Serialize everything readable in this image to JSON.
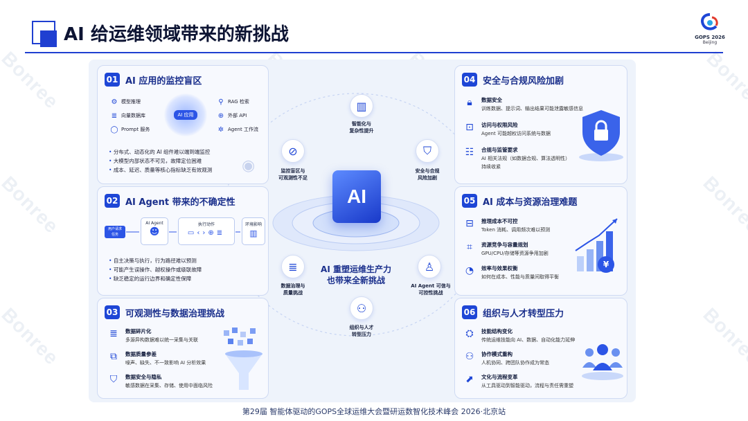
{
  "slide": {
    "title": "AI 给运维领域带来的新挑战",
    "footer": "第29届 智能体驱动的GOPS全球运维大会暨研运数智化技术峰会 2026·北京站",
    "watermark": "Bonree",
    "brand": {
      "name": "GOPS 2026",
      "city": "Beijing"
    }
  },
  "center": {
    "cube_label": "AI",
    "headline_1": "AI 重塑运维生产力",
    "headline_2": "也带来全新挑战",
    "ring": [
      {
        "label_1": "智能化与",
        "label_2": "复杂性提升",
        "icon": "bar-chart-icon"
      },
      {
        "label_1": "安全与合规",
        "label_2": "风险加剧",
        "icon": "shield-icon"
      },
      {
        "label_1": "AI Agent 可信与",
        "label_2": "可控性挑战",
        "icon": "person-icon"
      },
      {
        "label_1": "组织与人才",
        "label_2": "转型压力",
        "icon": "team-icon"
      },
      {
        "label_1": "数据治理与",
        "label_2": "质量挑战",
        "icon": "database-icon"
      },
      {
        "label_1": "监控盲区与",
        "label_2": "可观测性不足",
        "icon": "eye-off-icon"
      }
    ]
  },
  "cards": {
    "c1": {
      "num": "01",
      "title": "AI 应用的监控盲区",
      "hub": "AI 应用",
      "left": [
        "模型推理",
        "向量数据库",
        "Prompt 服务"
      ],
      "right": [
        "RAG 检索",
        "外部 API",
        "Agent 工作流"
      ],
      "bullets": [
        "分布式、动态化的 AI 组件难以端到端监控",
        "大模型内部状态不可见，故障定位困难",
        "成本、延迟、质量等核心指标缺乏有效观测"
      ]
    },
    "c2": {
      "num": "02",
      "title": "AI Agent 带来的不确定性",
      "flow": {
        "user_1": "用户请求",
        "user_2": "任务",
        "agent": "AI Agent",
        "exec": "执行动作",
        "env": "环境影响"
      },
      "bullets": [
        "自主决策与执行，行为路径难以预测",
        "可能产生误操作、越权操作或级联故障",
        "缺乏稳定的运行边界和确定性保障"
      ]
    },
    "c3": {
      "num": "03",
      "title": "可观测性与数据治理挑战",
      "items": [
        {
          "t": "数据碎片化",
          "d": "多源异构数据难以统一采集与关联"
        },
        {
          "t": "数据质量参差",
          "d": "噪声、缺失、不一致影响 AI 分析效果"
        },
        {
          "t": "数据安全与隐私",
          "d": "敏感数据在采集、存储、使用中面临风险"
        }
      ]
    },
    "c4": {
      "num": "04",
      "title": "安全与合规风险加剧",
      "items": [
        {
          "t": "数据安全",
          "d": "训练数据、提示词、输出结果可能泄露敏感信息"
        },
        {
          "t": "访问与权限风险",
          "d": "Agent 可能越权访问系统与数据"
        },
        {
          "t": "合规与监管要求",
          "d": "AI 相关法规（如数据合规、算法透明性）",
          "d2": "持续收紧"
        }
      ]
    },
    "c5": {
      "num": "05",
      "title": "AI 成本与资源治理难题",
      "coin": "¥",
      "items": [
        {
          "t": "推理成本不可控",
          "d": "Token 消耗、调用频次难以预测"
        },
        {
          "t": "资源竞争与容量规划",
          "d": "GPU/CPU/存储等资源争用加剧"
        },
        {
          "t": "效率与效果权衡",
          "d": "如何在成本、性能与质量间取得平衡"
        }
      ]
    },
    "c6": {
      "num": "06",
      "title": "组织与人才转型压力",
      "items": [
        {
          "t": "技能结构变化",
          "d": "传统运维技能向 AI、数据、自动化能力延伸"
        },
        {
          "t": "协作模式重构",
          "d": "人机协同、跨团队协作成为常态"
        },
        {
          "t": "文化与流程变革",
          "d": "从工具驱动到智能驱动，流程与责任需重塑"
        }
      ]
    }
  }
}
